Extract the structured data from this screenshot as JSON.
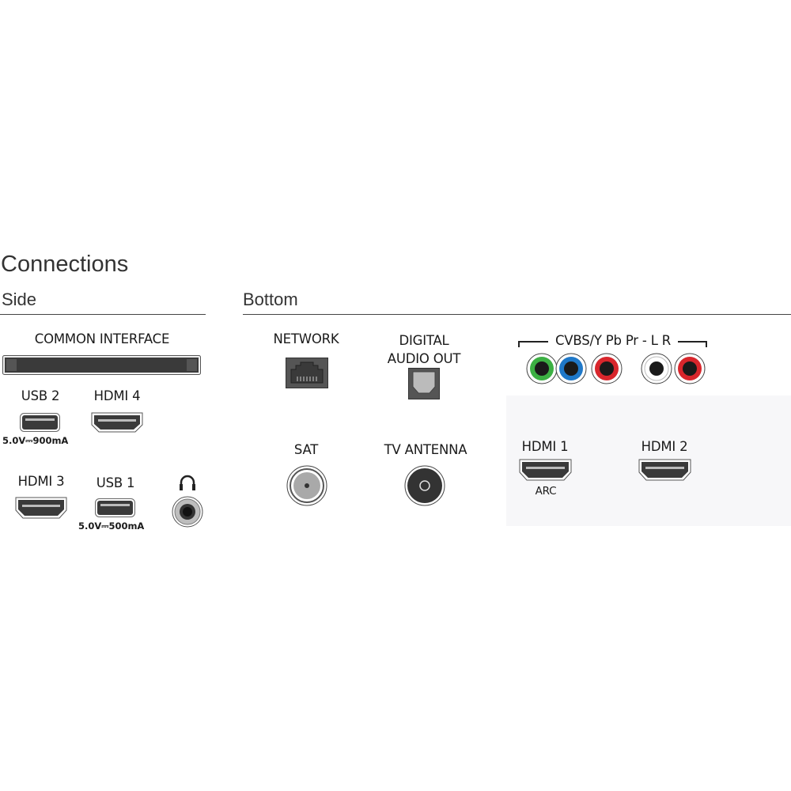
{
  "title": "Connections",
  "sections": {
    "side": {
      "label": "Side",
      "common_interface": "COMMON INTERFACE",
      "usb2": {
        "label": "USB 2",
        "spec": "5.0V⎓900mA"
      },
      "hdmi4": {
        "label": "HDMI 4"
      },
      "hdmi3": {
        "label": "HDMI 3"
      },
      "usb1": {
        "label": "USB 1",
        "spec": "5.0V⎓500mA"
      },
      "headphone": {
        "icon": "headphones-icon"
      }
    },
    "bottom": {
      "label": "Bottom",
      "network": "NETWORK",
      "digital_audio_line1": "DIGITAL",
      "digital_audio_line2": "AUDIO OUT",
      "cvbs": "CVBS/Y Pb Pr - L R",
      "rca_colors": [
        "#3cb043",
        "#1f78c8",
        "#d8262c",
        "#ffffff",
        "#d8262c"
      ],
      "sat": "SAT",
      "tv_antenna": "TV ANTENNA",
      "hdmi1": {
        "label": "HDMI 1",
        "sub": "ARC"
      },
      "hdmi2": {
        "label": "HDMI 2"
      }
    }
  }
}
